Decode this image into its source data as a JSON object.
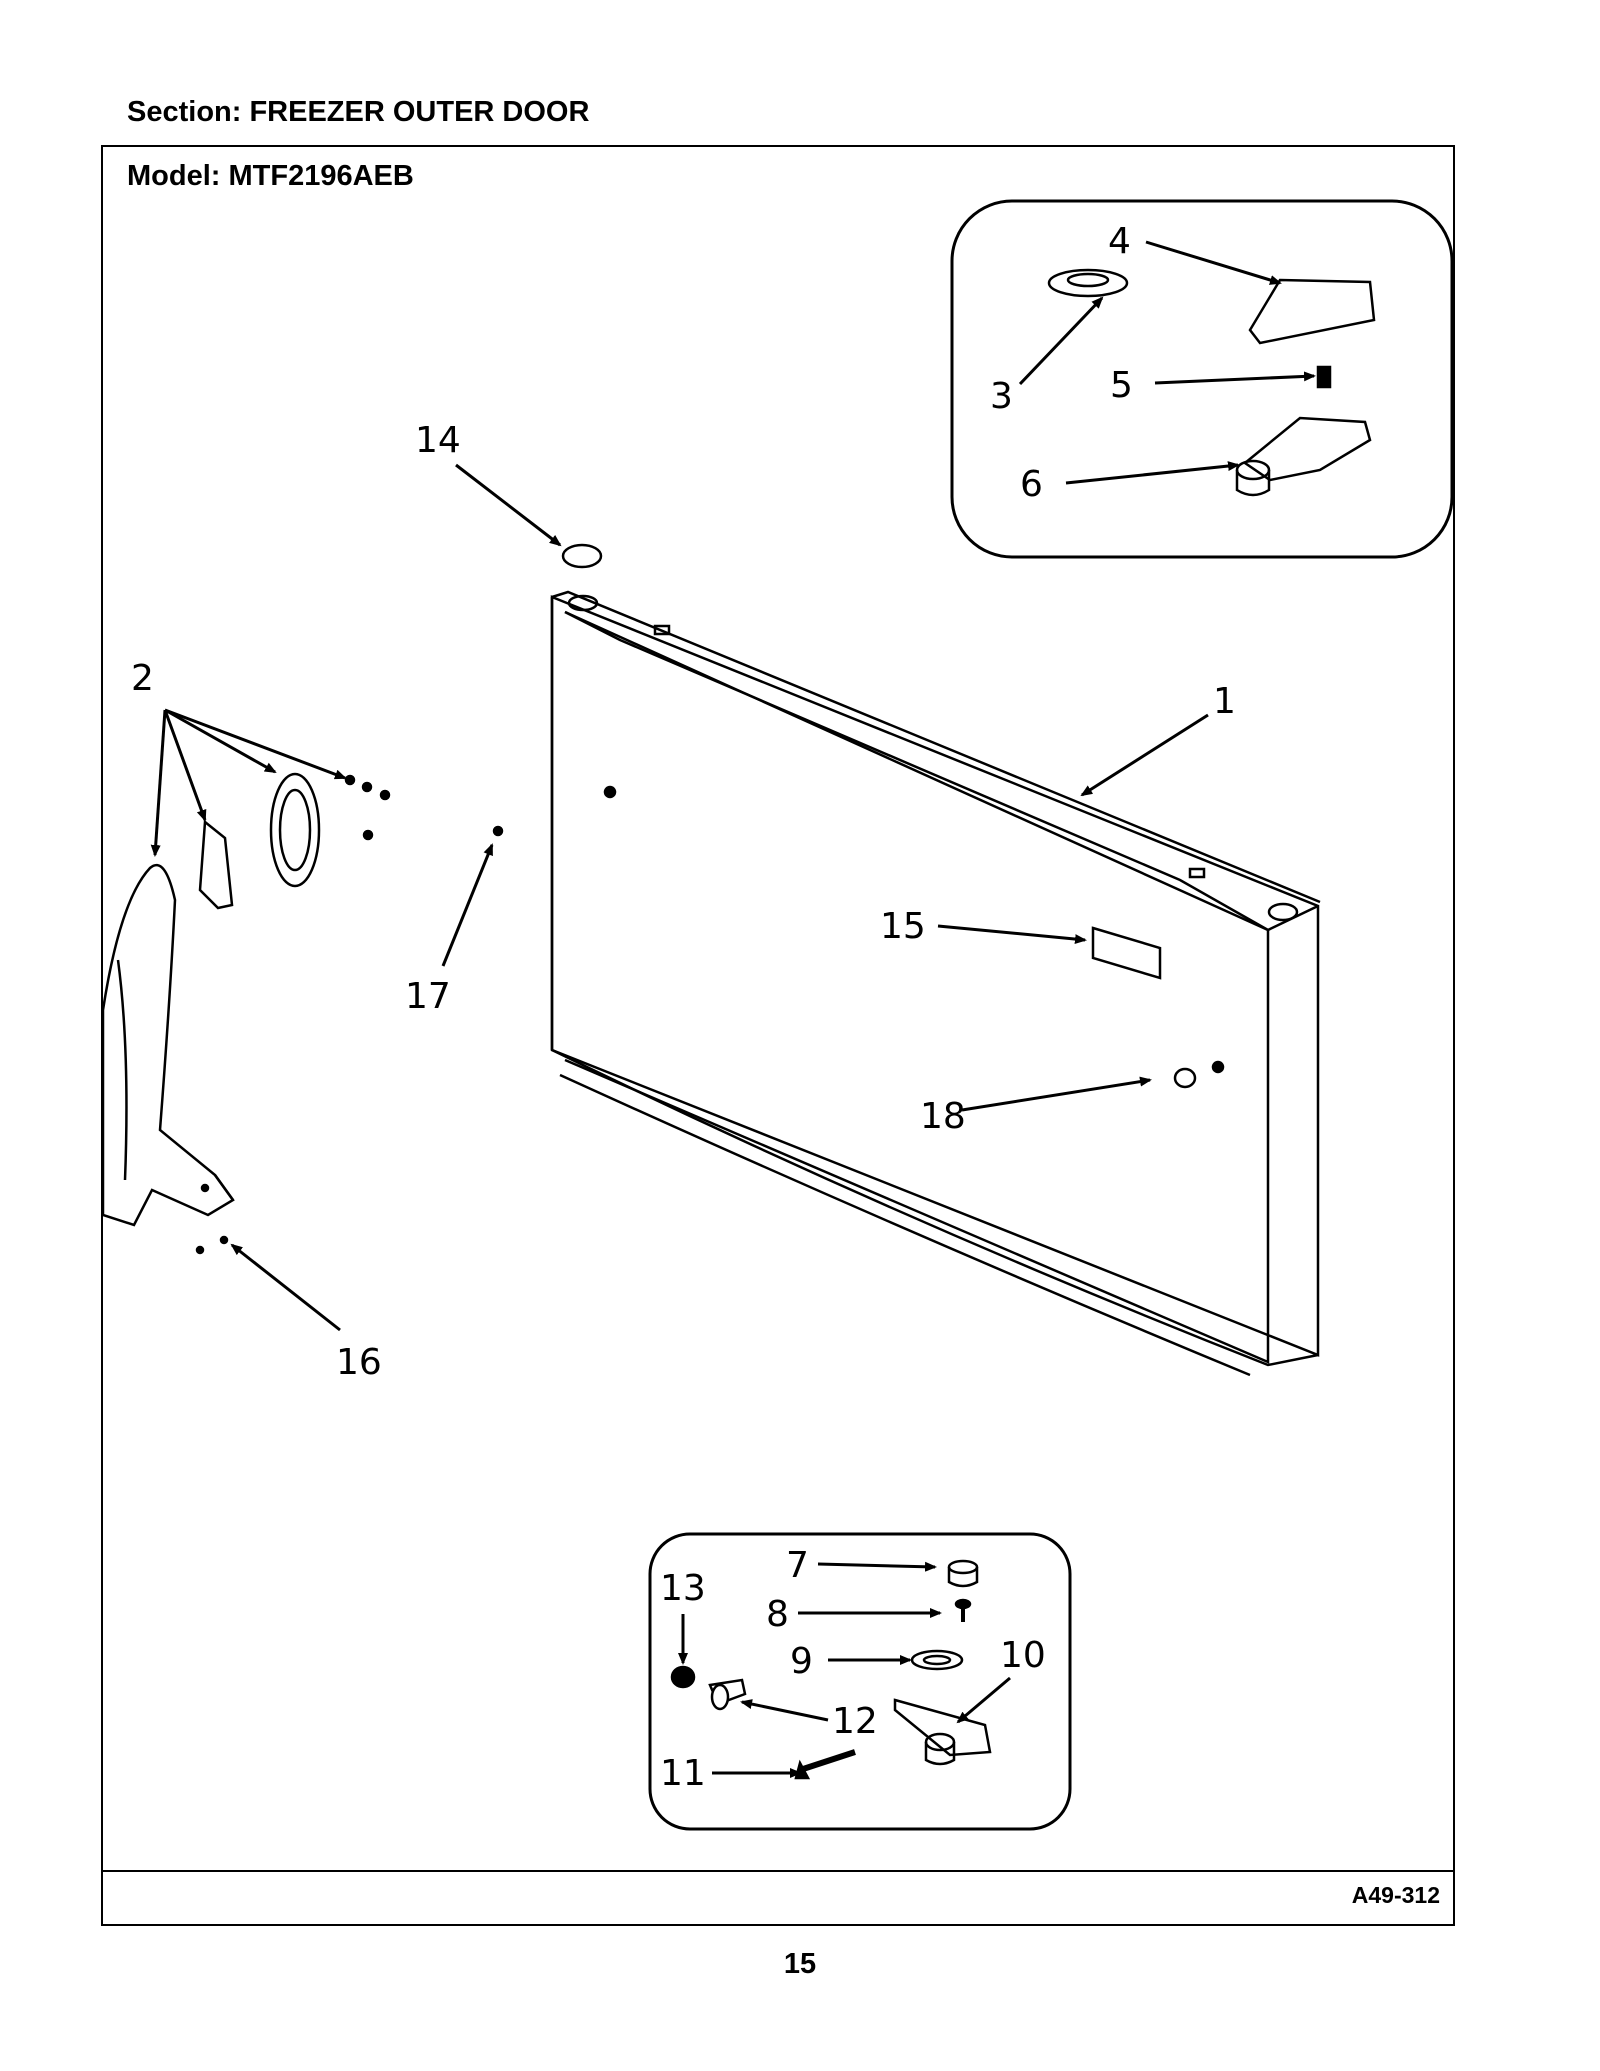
{
  "section_title": "Section:  FREEZER OUTER DOOR",
  "model_title": "Model:  MTF2196AEB",
  "figure_code": "A49-312",
  "page_number": "15",
  "callouts": [
    "1",
    "2",
    "3",
    "4",
    "5",
    "6",
    "7",
    "8",
    "9",
    "10",
    "11",
    "12",
    "13",
    "14",
    "15",
    "16",
    "17",
    "18"
  ]
}
